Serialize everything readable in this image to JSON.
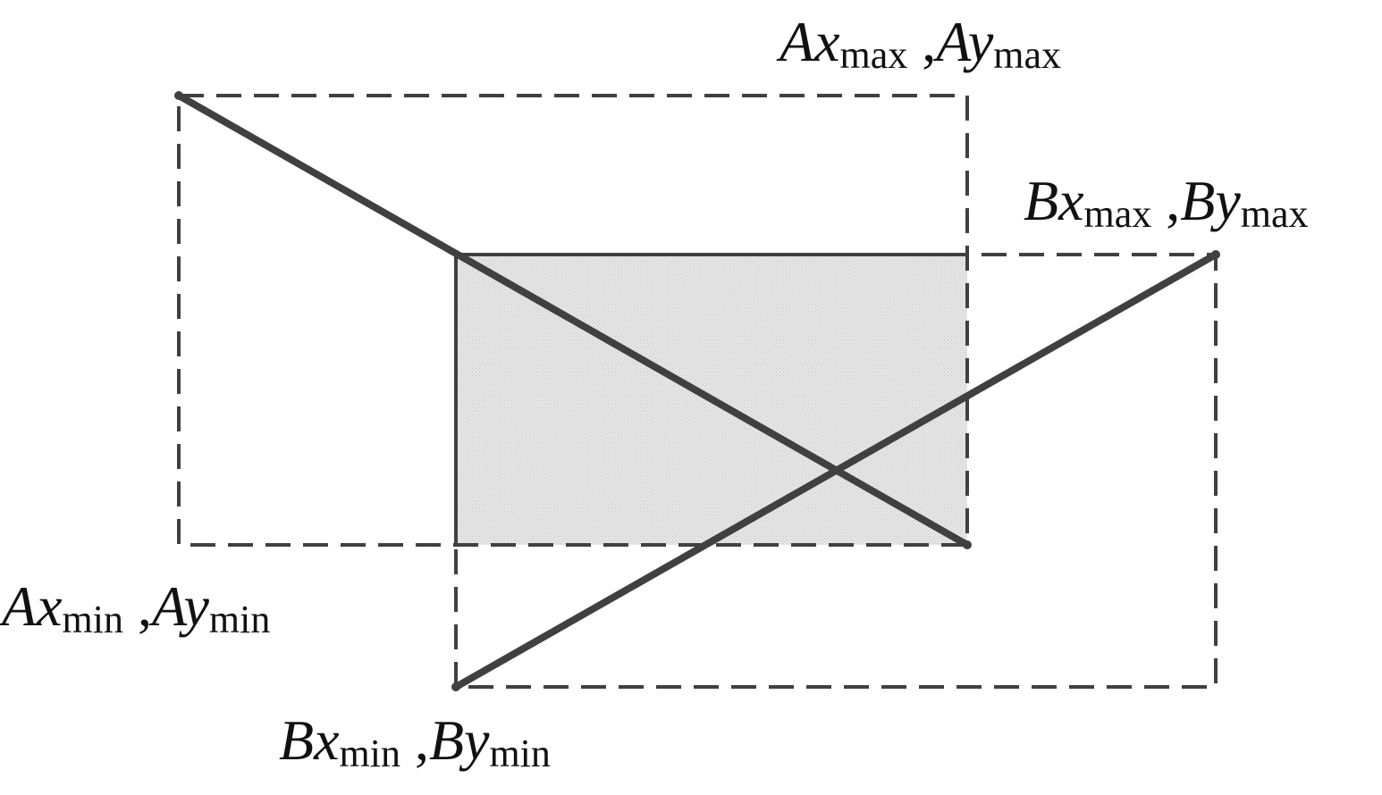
{
  "colors": {
    "stroke": "#404040",
    "overlap_fill": "#e6e6e6",
    "background": "#ffffff",
    "text": "#111111"
  },
  "labels": {
    "a_max": {
      "v1": "Ax",
      "s1": "max",
      "sep": " ,",
      "v2": "Ay",
      "s2": "max"
    },
    "b_max": {
      "v1": "Bx",
      "s1": "max",
      "sep": " ,",
      "v2": "By",
      "s2": "max"
    },
    "a_min": {
      "v1": "Ax",
      "s1": "min",
      "sep": " ,",
      "v2": "Ay",
      "s2": "min"
    },
    "b_min": {
      "v1": "Bx",
      "s1": "min",
      "sep": " ,",
      "v2": "By",
      "s2": "min"
    }
  }
}
